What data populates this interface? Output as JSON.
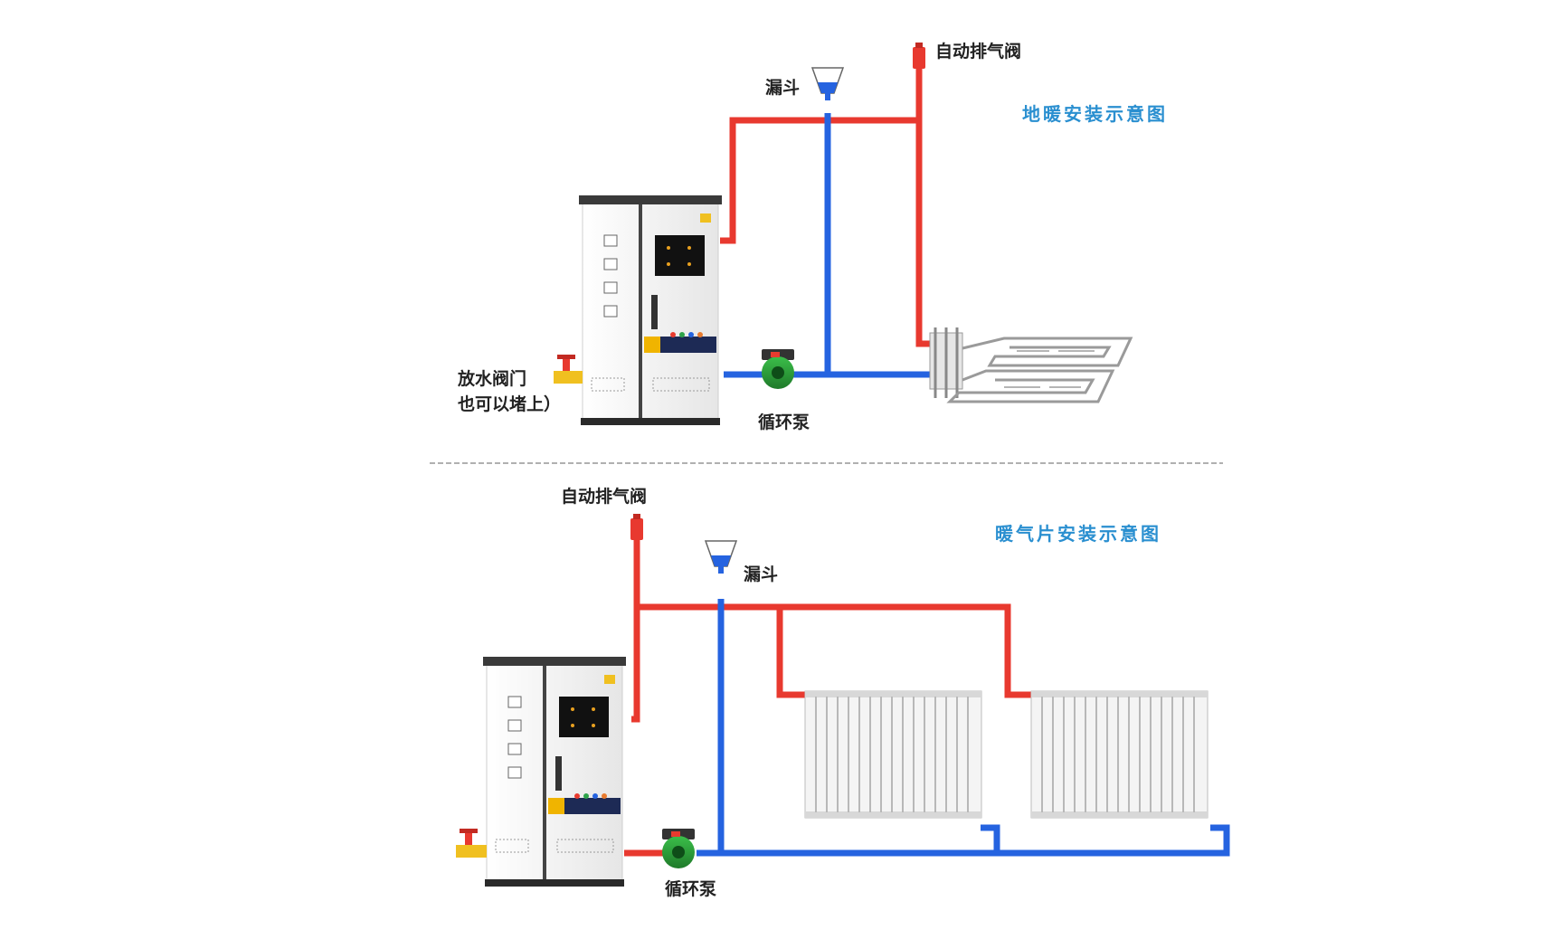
{
  "top": {
    "title": "地暖安装示意图",
    "air_valve": "自动排气阀",
    "funnel": "漏斗",
    "pump": "循环泵",
    "drain_line1": "放水阀门",
    "drain_line2": "也可以堵上）"
  },
  "bottom": {
    "title": "暖气片安装示意图",
    "air_valve": "自动排气阀",
    "funnel": "漏斗",
    "pump": "循环泵"
  },
  "colors": {
    "hot_pipe": "#e8392f",
    "cold_pipe": "#2563e0",
    "title": "#2a8fd0",
    "cabinet": "#f3f3f3"
  },
  "icons": [
    "boiler-cabinet-icon",
    "circulation-pump-icon",
    "funnel-icon",
    "air-valve-icon",
    "drain-valve-icon",
    "floor-heating-coil-icon",
    "radiator-icon"
  ]
}
